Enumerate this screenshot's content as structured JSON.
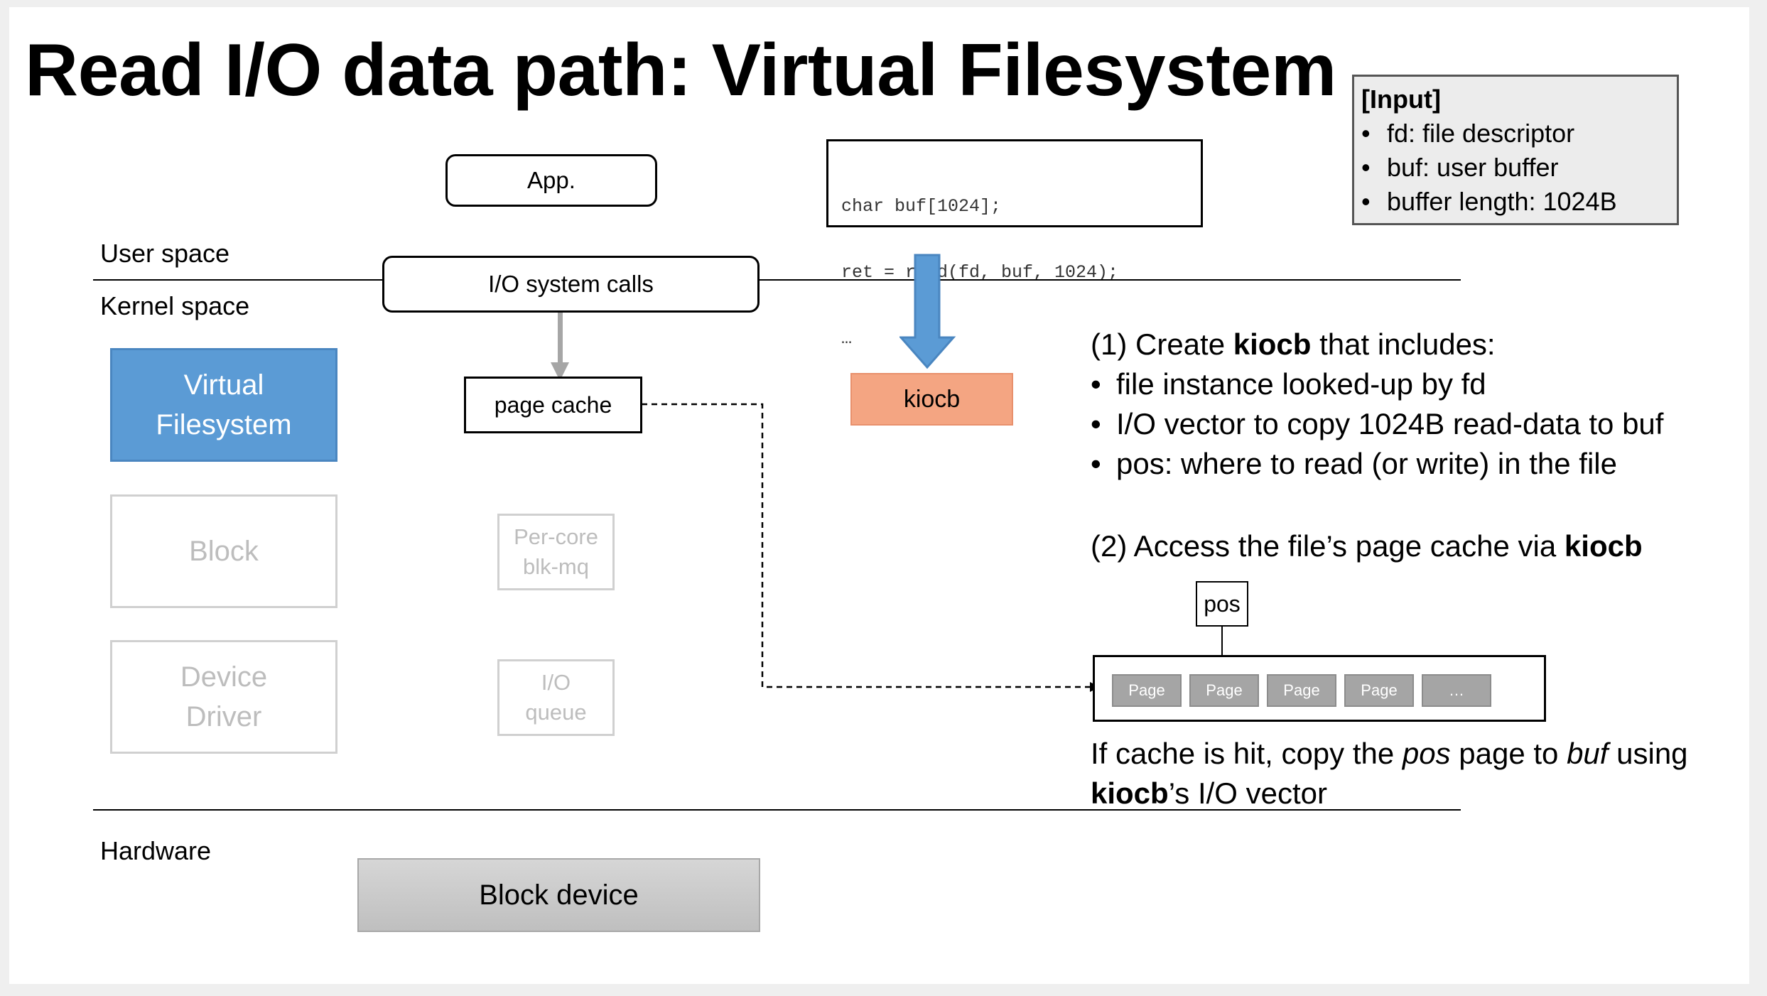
{
  "title": "Read I/O data path: Virtual Filesystem",
  "layers": {
    "user_space": "User space",
    "kernel_space": "Kernel space",
    "hardware": "Hardware"
  },
  "nodes": {
    "app": "App.",
    "syscalls": "I/O system calls",
    "page_cache": "page cache",
    "kiocb": "kiocb",
    "vfs_line1": "Virtual",
    "vfs_line2": "Filesystem",
    "block": "Block",
    "driver_line1": "Device",
    "driver_line2": "Driver",
    "blkmq_line1": "Per-core",
    "blkmq_line2": "blk-mq",
    "ioq_line1": "I/O",
    "ioq_line2": "queue",
    "block_device": "Block device"
  },
  "code": {
    "line1": "char buf[1024];",
    "line2": "ret = read(fd, buf, 1024);",
    "line3": "…"
  },
  "input_box": {
    "heading": "[Input]",
    "items": [
      "fd: file descriptor",
      "buf: user buffer",
      "buffer length: 1024B"
    ]
  },
  "step1": {
    "prefix": "(1) Create ",
    "bold": "kiocb",
    "suffix": " that includes:",
    "items": [
      "file instance looked-up by fd",
      "I/O vector to copy 1024B read-data to buf",
      "pos: where to read (or write) in the file"
    ]
  },
  "step2": {
    "prefix": "(2) Access the file’s page cache via ",
    "bold": "kiocb"
  },
  "cache": {
    "pos_label": "pos",
    "pages": [
      "Page",
      "Page",
      "Page",
      "Page",
      "…"
    ]
  },
  "conclusion": {
    "part1": "If cache is hit, copy the ",
    "pos": "pos",
    "part2": " page to ",
    "buf": "buf",
    "part3": " using",
    "kiocb": "kiocb",
    "part4": "’s I/O vector"
  },
  "colors": {
    "vfs_fill": "#5b9bd5",
    "vfs_border": "#4a86c0",
    "kiocb_fill": "#f4a582",
    "kiocb_border": "#e8906c",
    "arrow_blue": "#5b9bd5",
    "block_device_fill": "#c9c9c9"
  }
}
